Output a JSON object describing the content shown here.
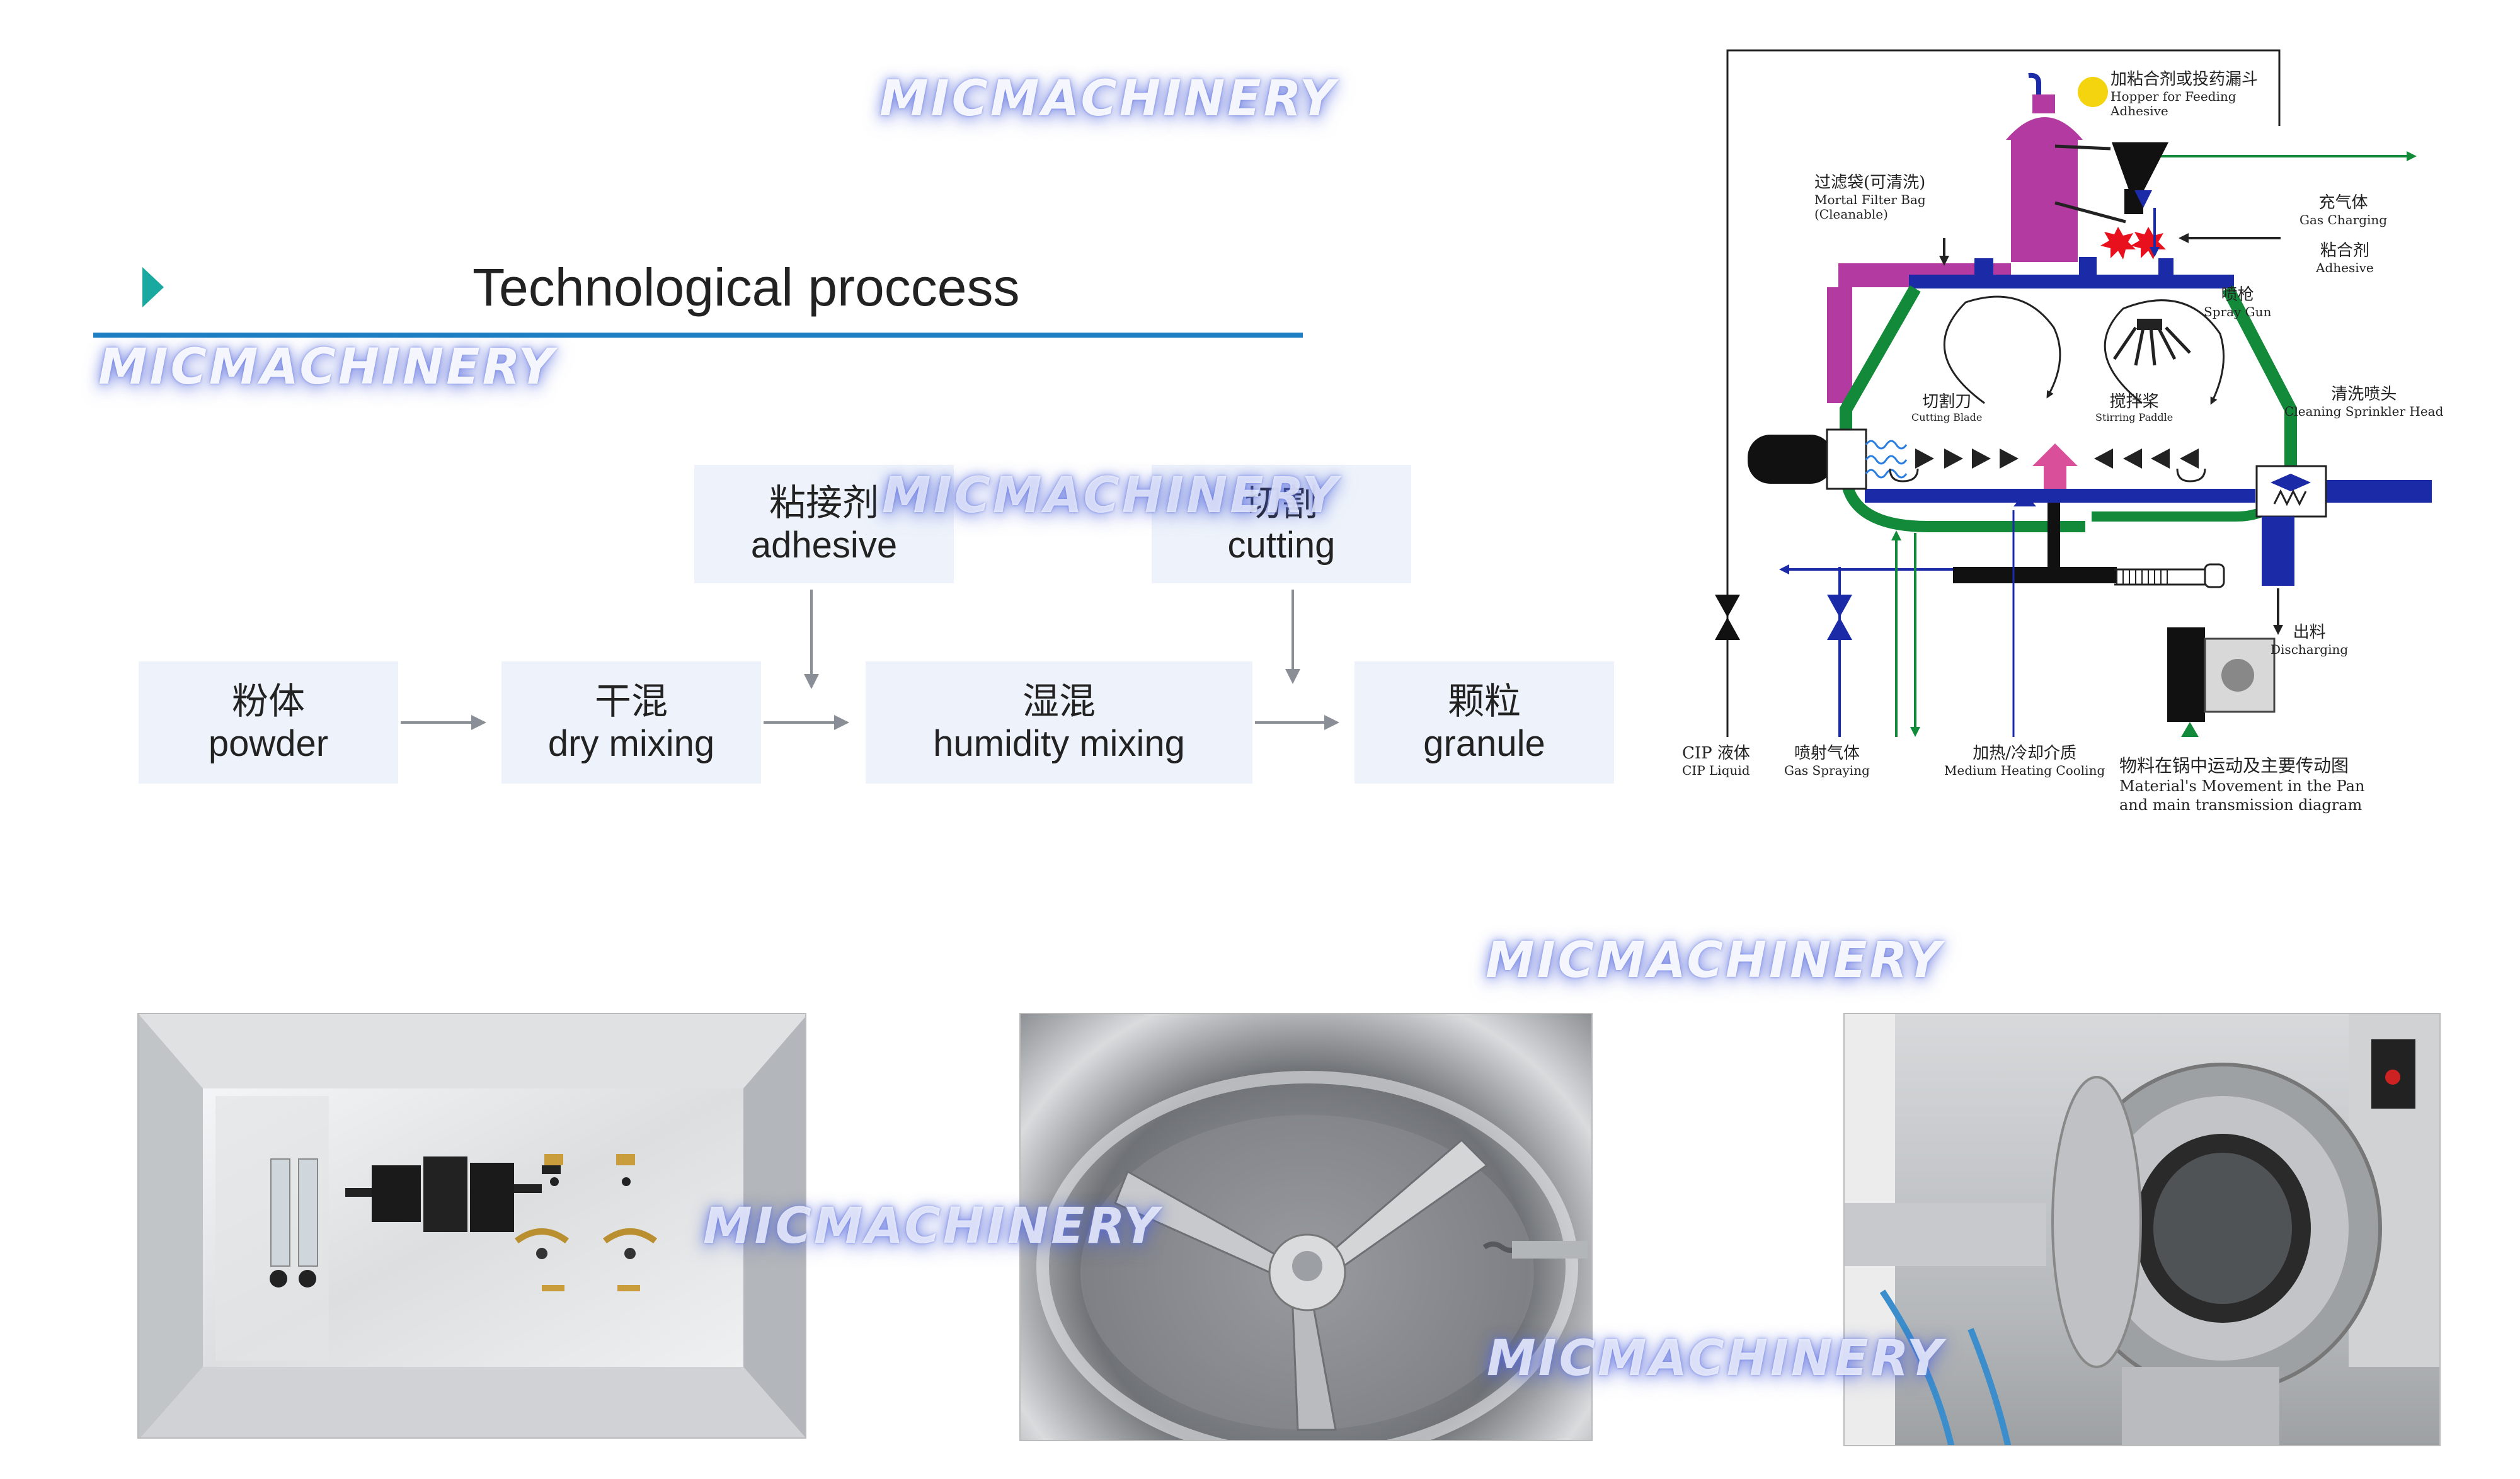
{
  "watermark": "MICMACHINERY",
  "heading": {
    "title": "Technological proccess"
  },
  "flow": {
    "powder": {
      "zh": "粉体",
      "en": "powder"
    },
    "dry_mixing": {
      "zh": "干混",
      "en": "dry mixing"
    },
    "humidity_mixing": {
      "zh": "湿混",
      "en": "humidity mixing"
    },
    "granule": {
      "zh": "颗粒",
      "en": "granule"
    },
    "adhesive": {
      "zh": "粘接剂",
      "en": "adhesive"
    },
    "cutting": {
      "zh": "切割",
      "en": "cutting"
    }
  },
  "diagram": {
    "hopper": {
      "zh": "加粘合剂或投药漏斗",
      "en1": "Hopper for Feeding",
      "en2": "Adhesive"
    },
    "filter": {
      "zh": "过滤袋(可清洗)",
      "en1": "Mortal Filter Bag",
      "en2": "(Cleanable)"
    },
    "gas_charging": {
      "zh": "充气体",
      "en": "Gas Charging"
    },
    "adhesive": {
      "zh": "粘合剂",
      "en": "Adhesive"
    },
    "spray_gun": {
      "zh": "喷枪",
      "en": "Spray Gun"
    },
    "cutting_blade": {
      "zh": "切割刀",
      "en": "Cutting Blade"
    },
    "stirring_paddle": {
      "zh": "搅拌桨",
      "en": "Stirring Paddle"
    },
    "cleaning_head": {
      "zh": "清洗喷头",
      "en": "Cleaning Sprinkler Head"
    },
    "discharging": {
      "zh": "出料",
      "en": "Discharging"
    },
    "cip": {
      "zh": "CIP 液体",
      "en": "CIP Liquid"
    },
    "gas_spraying": {
      "zh": "喷射气体",
      "en": "Gas Spraying"
    },
    "medium": {
      "zh": "加热/冷却介质",
      "en": "Medium Heating Cooling"
    },
    "caption": {
      "zh": "物料在锅中运动及主要传动图",
      "en1": "Material's Movement in the Pan",
      "en2": "and main transmission diagram"
    }
  },
  "colors": {
    "accent_teal": "#1aa9a0",
    "rule_blue": "#1f7fc4",
    "box_fill": "#eef3fb",
    "arrow_grey": "#8a8e96",
    "diagram_navy": "#1b2aa6",
    "diagram_green": "#138a3a",
    "diagram_magenta": "#b23aa0",
    "diagram_red": "#e8101c",
    "diagram_pink": "#d94f9a",
    "diagram_yellow": "#f4d40f"
  }
}
